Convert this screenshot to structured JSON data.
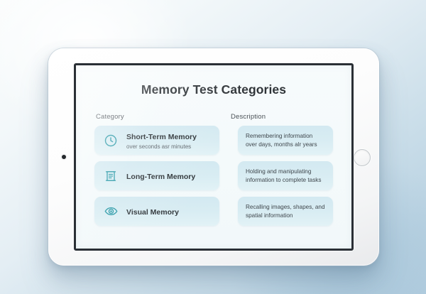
{
  "device": {
    "type": "tablet",
    "camera_icon": "camera-dot",
    "home_button_icon": "home-button-circle"
  },
  "screen": {
    "title": "Memory Test Categories",
    "columns": {
      "category": "Category",
      "description": "Description"
    },
    "rows": [
      {
        "icon": "clock-icon",
        "title": "Short-Term Memory",
        "subtitle": "over seconds asr minutes",
        "description": "Remembering information over days, months alr years"
      },
      {
        "icon": "scroll-document-icon",
        "title": "Long-Term Memory",
        "subtitle": "",
        "description": "Holding and manipulating information to complete tasks"
      },
      {
        "icon": "eye-icon",
        "title": "Visual Memory",
        "subtitle": "",
        "description": "Recalling images, shapes, and spatial information"
      }
    ]
  },
  "colors": {
    "background_light": "#fbfdfd",
    "background_blue": "#b2cddf",
    "device_body": "#ffffff",
    "screen_bezel": "#2a2f35",
    "screen_bg": "#f5fafc",
    "card_bg": "#d6ebf2",
    "icon_accent": "#2b9aa8",
    "title_text": "#2f3438",
    "body_text": "#3f464c"
  }
}
